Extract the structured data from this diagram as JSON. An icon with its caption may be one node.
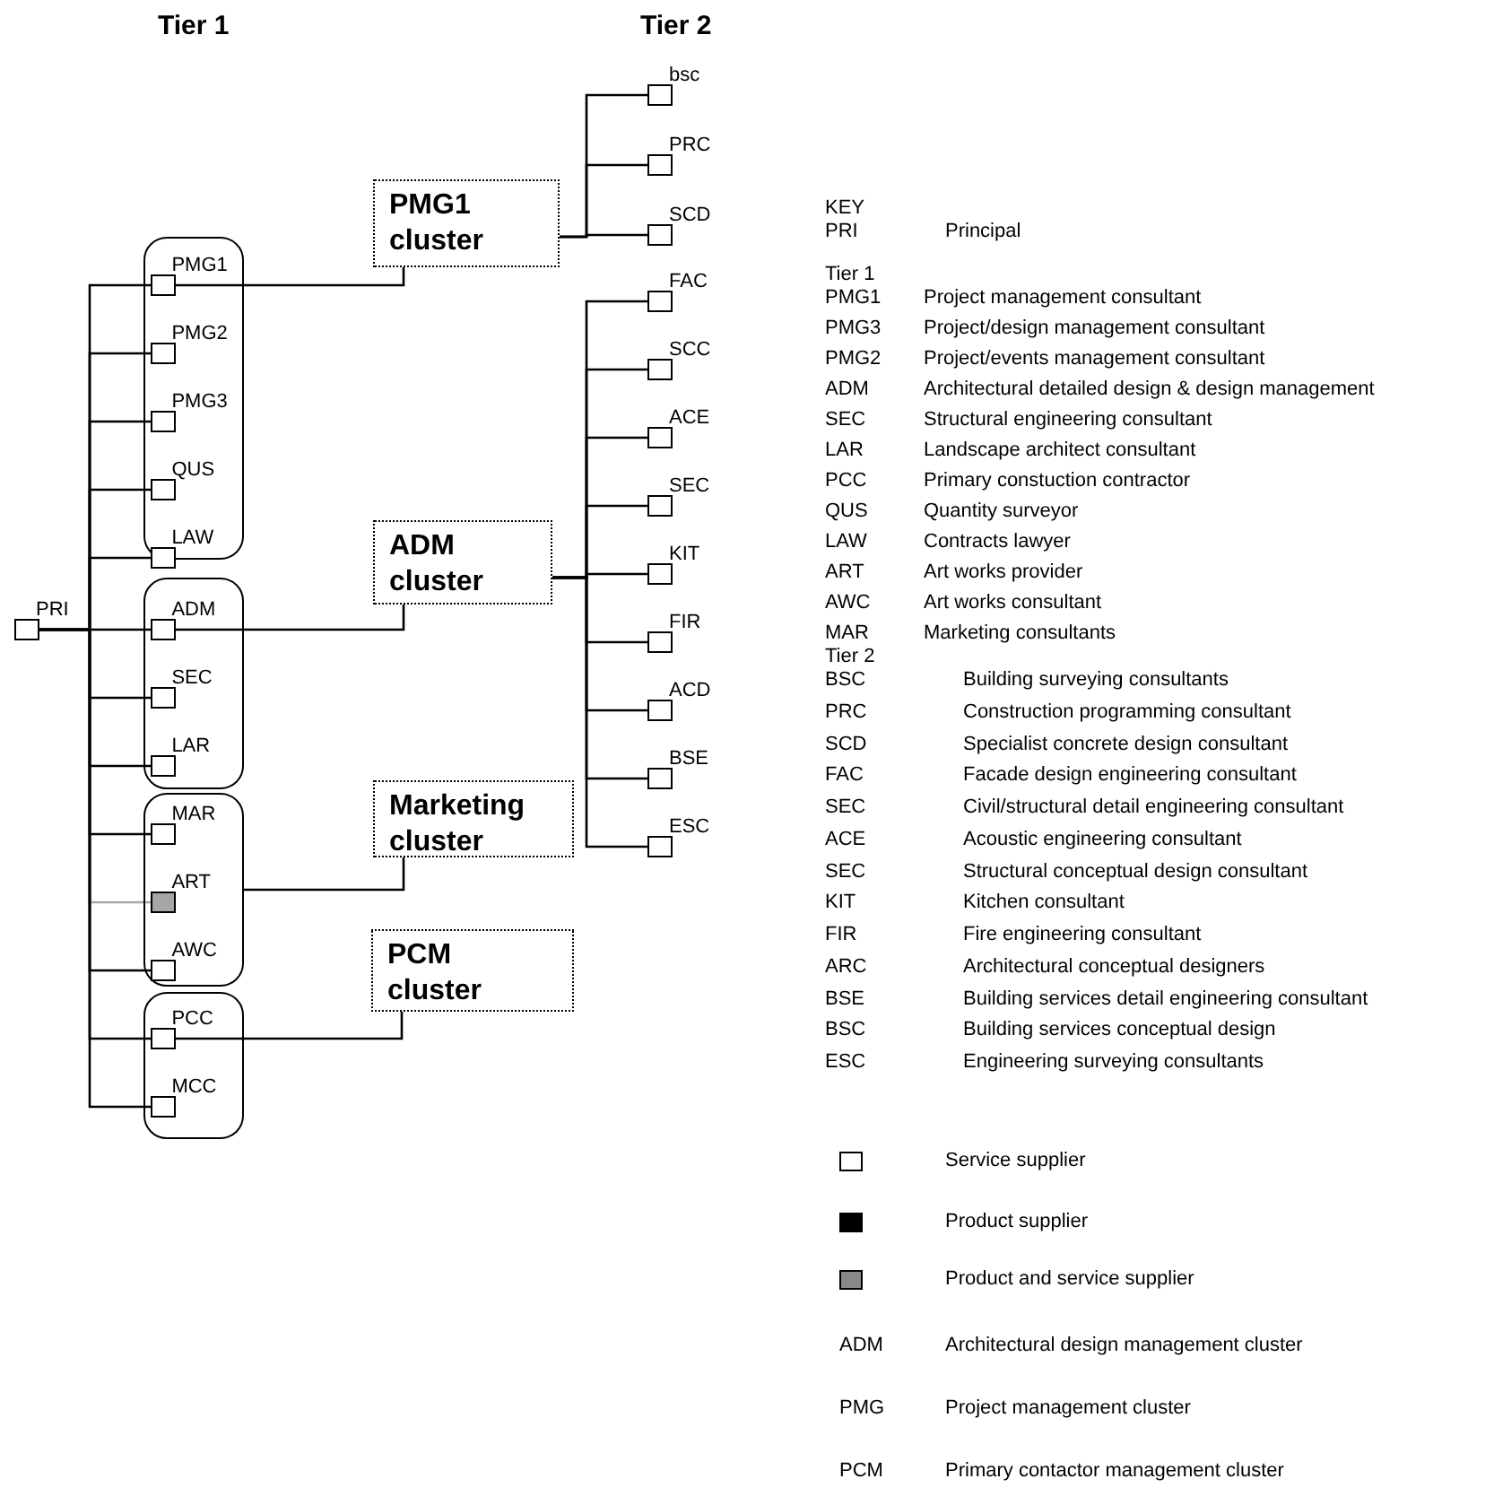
{
  "diagram": {
    "nodes": [
      {
        "text": [
          "PRI"
        ]
      },
      {
        "text": [],
        "shape": "box"
      },
      {
        "text": [
          "PMG1"
        ],
        "in": 1
      },
      {
        "text": [
          "PMG2"
        ],
        "in": 1
      },
      {
        "text": [
          "PMG3"
        ],
        "in": 1
      },
      {
        "text": [
          "QUS"
        ],
        "in": 1
      },
      {
        "text": [
          "LAW"
        ],
        "in": 1
      },
      {
        "text": [],
        "shape": "box"
      },
      {
        "text": [
          "ADM"
        ],
        "in": 7
      },
      {
        "text": [
          "SEC"
        ],
        "in": 7
      },
      {
        "text": [
          "LAR"
        ],
        "in": 7
      },
      {
        "text": [],
        "shape": "box"
      },
      {
        "text": [
          "MAR"
        ],
        "in": 11
      },
      {
        "text": [
          "ART"
        ],
        "in": 11
      },
      {
        "text": [
          "AWC"
        ],
        "in": 11
      },
      {
        "text": [],
        "shape": "box"
      },
      {
        "text": [
          "PCC"
        ],
        "in": 15
      },
      {
        "text": [
          "MCC"
        ],
        "in": 15
      },
      {
        "text": [
          "PMG1 cluster"
        ]
      },
      {
        "text": [
          "ADM cluster"
        ]
      },
      {
        "text": [
          "Marketing cluster"
        ]
      },
      {
        "text": [
          "PCM cluster"
        ]
      },
      {
        "text": [
          "bsc"
        ]
      },
      {
        "text": [
          "PRC"
        ]
      },
      {
        "text": [
          "SCD"
        ]
      },
      {
        "text": [
          "FAC"
        ]
      },
      {
        "text": [
          "SCC"
        ]
      },
      {
        "text": [
          "ACE"
        ]
      },
      {
        "text": [
          "SEC"
        ]
      },
      {
        "text": [
          "KIT"
        ]
      },
      {
        "text": [
          "FIR"
        ]
      },
      {
        "text": [
          "ACD"
        ]
      },
      {
        "text": [
          "BSE"
        ]
      },
      {
        "text": [
          "ESC"
        ]
      }
    ],
    "edges": [
      {
        "from": 0,
        "to": 2,
        "arrow": "none"
      },
      {
        "from": 0,
        "to": 3,
        "arrow": "none"
      },
      {
        "from": 0,
        "to": 4,
        "arrow": "none"
      },
      {
        "from": 0,
        "to": 5,
        "arrow": "none"
      },
      {
        "from": 0,
        "to": 6,
        "arrow": "none"
      },
      {
        "from": 0,
        "to": 8,
        "arrow": "none"
      },
      {
        "from": 0,
        "to": 9,
        "arrow": "none"
      },
      {
        "from": 0,
        "to": 10,
        "arrow": "none"
      },
      {
        "from": 0,
        "to": 12,
        "arrow": "none"
      },
      {
        "from": 0,
        "to": 13,
        "arrow": "none",
        "color": "#a6a6a6"
      },
      {
        "from": 0,
        "to": 14,
        "arrow": "none"
      },
      {
        "from": 0,
        "to": 16,
        "arrow": "none"
      },
      {
        "from": 0,
        "to": 17,
        "arrow": "none"
      },
      {
        "from": 2,
        "to": 18,
        "arrow": "none"
      },
      {
        "from": 8,
        "to": 19,
        "arrow": "none"
      },
      {
        "from": 11,
        "to": 20,
        "arrow": "none"
      },
      {
        "from": 16,
        "to": 21,
        "arrow": "none"
      },
      {
        "from": 18,
        "to": 22,
        "arrow": "none"
      },
      {
        "from": 18,
        "to": 23,
        "arrow": "none"
      },
      {
        "from": 18,
        "to": 24,
        "arrow": "none"
      },
      {
        "from": 19,
        "to": 25,
        "arrow": "none"
      },
      {
        "from": 19,
        "to": 26,
        "arrow": "none"
      },
      {
        "from": 19,
        "to": 27,
        "arrow": "none"
      },
      {
        "from": 19,
        "to": 28,
        "arrow": "none"
      },
      {
        "from": 19,
        "to": 29,
        "arrow": "none"
      },
      {
        "from": 19,
        "to": 30,
        "arrow": "none"
      },
      {
        "from": 19,
        "to": 31,
        "arrow": "none"
      },
      {
        "from": 19,
        "to": 32,
        "arrow": "none"
      },
      {
        "from": 19,
        "to": 33,
        "arrow": "none"
      }
    ],
    "labels": [
      "Tier 1",
      "Tier 2",
      "KEY",
      "PRI",
      "Principal",
      "Tier 1",
      "PMG1",
      "Project management consultant",
      "PMG3",
      "Project/design management consultant",
      "PMG2",
      "Project/events management consultant",
      "ADM",
      "Architectural detailed design & design management",
      "SEC",
      "Structural engineering consultant",
      "LAR",
      "Landscape architect consultant",
      "PCC",
      "Primary constuction contractor",
      "QUS",
      "Quantity surveyor",
      "LAW",
      "Contracts lawyer",
      "ART",
      "Art works provider",
      "AWC",
      "Art works consultant",
      "MAR",
      "Marketing consultants",
      "Tier 2",
      "BSC",
      "Building surveying consultants",
      "PRC",
      "Construction programming consultant",
      "SCD",
      "Specialist concrete design consultant",
      "FAC",
      "Facade design engineering consultant",
      "SEC",
      "Civil/structural detail engineering consultant",
      "ACE",
      "Acoustic engineering consultant",
      "SEC",
      "Structural conceptual design consultant",
      "KIT",
      "Kitchen consultant",
      "FIR",
      "Fire engineering consultant",
      "ARC",
      "Architectural conceptual designers",
      "BSE",
      "Building services detail engineering consultant",
      "BSC",
      "Building services conceptual design",
      "ESC",
      "Engineering surveying consultants",
      "ADM",
      "Architectural design management cluster",
      "PMG",
      "Project management cluster",
      "PCM",
      "Primary contactor management cluster"
    ],
    "legend": [
      {
        "text": "Service supplier",
        "color": "#ffffff"
      },
      {
        "text": "Product supplier",
        "color": "#000000"
      },
      {
        "text": "Product and service supplier",
        "color": "#888888"
      }
    ]
  }
}
